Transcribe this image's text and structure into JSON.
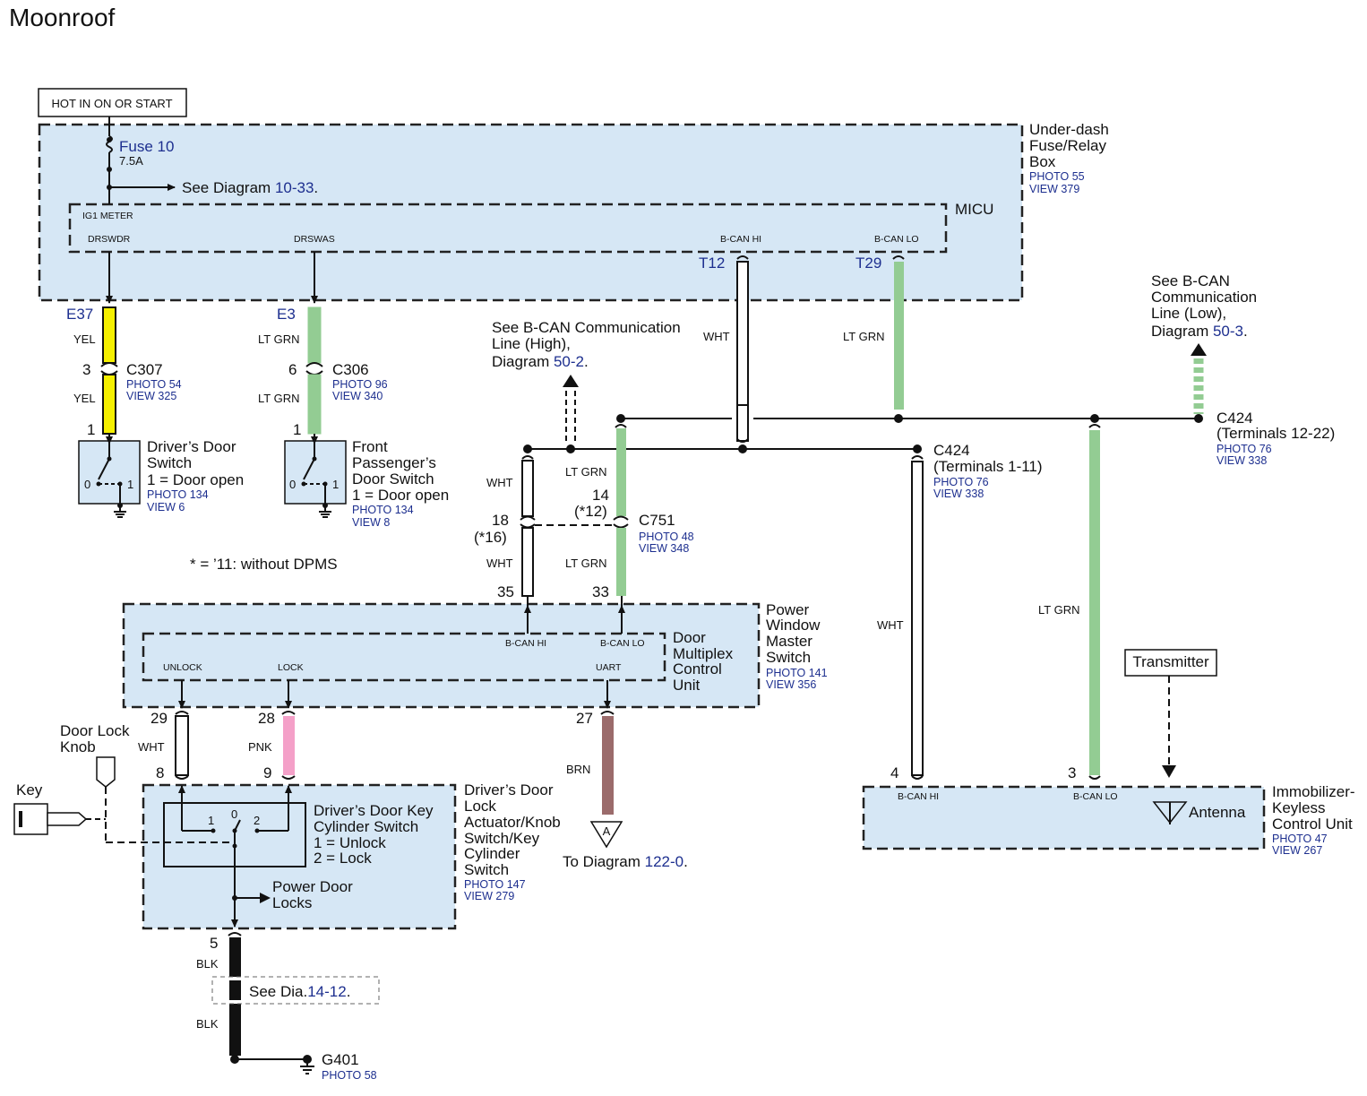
{
  "title": "Moonroof",
  "power": {
    "hot_label": "HOT IN ON OR START"
  },
  "fuse_box": {
    "name": "Under-dash Fuse/Relay Box",
    "name_lines": [
      "Under-dash",
      "Fuse/Relay",
      "Box"
    ],
    "photo": "PHOTO 55",
    "view": "VIEW 379",
    "fuse_name": "Fuse 10",
    "fuse_rating": "7.5A",
    "see_diagram_prefix": "See Diagram ",
    "see_diagram_ref": "10-33",
    "see_diagram_suffix": "."
  },
  "micu": {
    "name": "MICU",
    "pins": {
      "ig1": "IG1 METER",
      "drswdr": "DRSWDR",
      "drswas": "DRSWAS",
      "bcan_hi": "B-CAN HI",
      "bcan_lo": "B-CAN LO"
    },
    "terminals": {
      "e37": "E37",
      "e3": "E3",
      "t12": "T12",
      "t29": "T29"
    }
  },
  "driver_door_switch": {
    "wire1": "YEL",
    "wire2": "YEL",
    "pin_top": "3",
    "pin_bottom": "1",
    "connector": "C307",
    "conn_photo": "PHOTO 54",
    "conn_view": "VIEW 325",
    "name_lines": [
      "Driver’s Door",
      "Switch",
      "1 = Door open"
    ],
    "photo": "PHOTO 134",
    "view": "VIEW 6",
    "pos0": "0",
    "pos1": "1"
  },
  "passenger_door_switch": {
    "wire1": "LT GRN",
    "wire2": "LT GRN",
    "pin_top": "6",
    "pin_bottom": "1",
    "connector": "C306",
    "conn_photo": "PHOTO 96",
    "conn_view": "VIEW 340",
    "name_lines": [
      "Front",
      "Passenger’s",
      "Door Switch",
      "1 = Door open"
    ],
    "photo": "PHOTO 134",
    "view": "VIEW 8",
    "pos0": "0",
    "pos1": "1"
  },
  "footnote": "* = ’11: without DPMS",
  "bcan_high_ref": {
    "lines": [
      "See B-CAN Communication",
      "Line (High),"
    ],
    "diagram_prefix": "Diagram ",
    "diagram_ref": "50-2",
    "diagram_suffix": "."
  },
  "bcan_low_ref": {
    "lines": [
      "See B-CAN",
      "Communication",
      "Line (Low),"
    ],
    "diagram_prefix": "Diagram ",
    "diagram_ref": "50-3",
    "diagram_suffix": "."
  },
  "bus_wires": {
    "wht": "WHT",
    "ltgrn": "LT GRN"
  },
  "c424_upper": {
    "name": "C424",
    "sub": "(Terminals 12-22)",
    "photo": "PHOTO 76",
    "view": "VIEW 338"
  },
  "c424_lower": {
    "name": "C424",
    "sub": "(Terminals 1-11)",
    "photo": "PHOTO 76",
    "view": "VIEW 338"
  },
  "c751": {
    "name": "C751",
    "photo": "PHOTO 48",
    "view": "VIEW 348",
    "pin18": "18",
    "pin18_alt": "(*16)",
    "pin14": "14",
    "pin14_alt": "(*12)",
    "pin35": "35",
    "pin33": "33",
    "wire_wht_top": "WHT",
    "wire_ltgrn_top": "LT GRN",
    "wire_wht_bot": "WHT",
    "wire_ltgrn_bot": "LT GRN"
  },
  "power_window_switch": {
    "name_lines": [
      "Power",
      "Window",
      "Master",
      "Switch"
    ],
    "photo": "PHOTO 141",
    "view": "VIEW 356",
    "unit_lines": [
      "Door",
      "Multiplex",
      "Control",
      "Unit"
    ],
    "pins": {
      "unlock": "UNLOCK",
      "lock": "LOCK",
      "uart": "UART",
      "bcan_hi": "B-CAN HI",
      "bcan_lo": "B-CAN LO"
    },
    "terminals": {
      "t29": "29",
      "t28": "28",
      "t27": "27"
    }
  },
  "wires_lower": {
    "wht": "WHT",
    "pnk": "PNK",
    "brn": "BRN",
    "blk1": "BLK",
    "blk2": "BLK"
  },
  "door_lock_knob": {
    "lines": [
      "Door Lock",
      "Knob"
    ]
  },
  "key": {
    "label": "Key"
  },
  "door_lock_actuator": {
    "name_lines": [
      "Driver’s Door",
      "Lock",
      "Actuator/Knob",
      "Switch/Key",
      "Cylinder",
      "Switch"
    ],
    "photo": "PHOTO 147",
    "view": "VIEW 279",
    "inner_lines": [
      "Driver’s Door Key",
      "Cylinder Switch",
      "1 = Unlock",
      "2 = Lock"
    ],
    "pin8": "8",
    "pin9": "9",
    "pin5": "5",
    "pos0": "0",
    "pos1": "1",
    "pos2": "2",
    "power_door_lines": [
      "Power Door",
      "Locks"
    ]
  },
  "to_diagram": {
    "marker": "A",
    "prefix": "To Diagram ",
    "ref": "122-0",
    "suffix": "."
  },
  "ground": {
    "see_prefix": "See Dia.",
    "see_ref": "14-12",
    "see_suffix": ".",
    "name": "G401",
    "photo": "PHOTO 58"
  },
  "immobilizer": {
    "name_lines": [
      "Immobilizer-",
      "Keyless",
      "Control Unit"
    ],
    "photo": "PHOTO 47",
    "view": "VIEW 267",
    "pin4": "4",
    "pin3": "3",
    "bcan_hi": "B-CAN HI",
    "bcan_lo": "B-CAN LO",
    "antenna": "Antenna",
    "transmitter": "Transmitter",
    "wire_wht": "WHT",
    "wire_ltgrn": "LT GRN"
  },
  "colors": {
    "box_fill": "#d6e7f5",
    "yel": "#f5f000",
    "ltgrn": "#93cc93",
    "pnk": "#f4a0c8",
    "brn": "#9b6b6b",
    "blk": "#111111",
    "wht": "#ffffff",
    "ref_blue": "#1d2f8f"
  }
}
